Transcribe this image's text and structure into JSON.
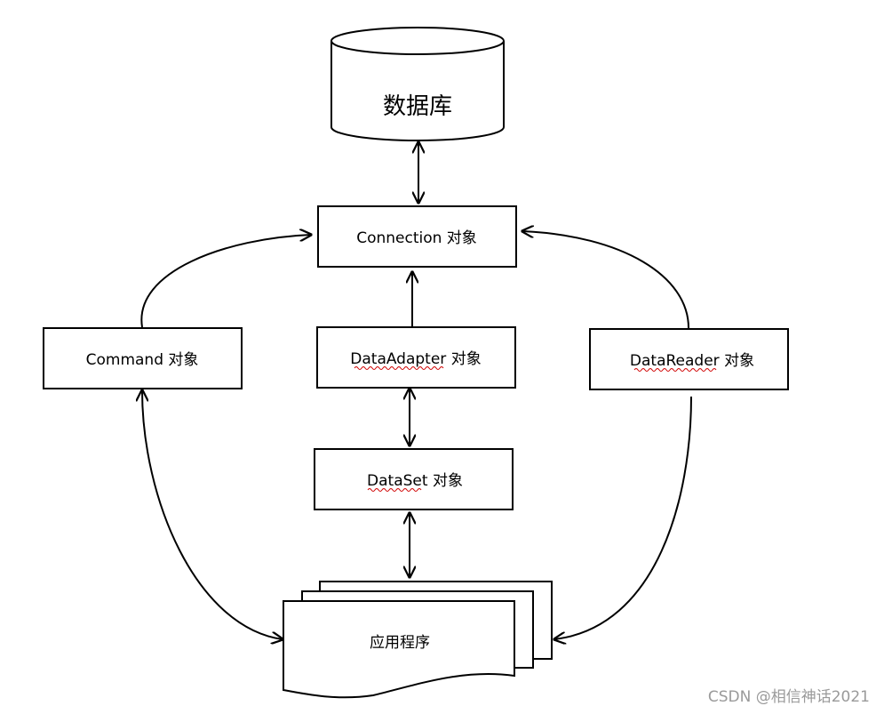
{
  "nodes": {
    "database": "数据库",
    "connection": "Connection 对象",
    "command": "Command 对象",
    "dataadapter": "DataAdapter 对象",
    "datareader": "DataReader 对象",
    "dataset": "DataSet 对象",
    "application": "应用程序"
  },
  "watermark": "CSDN @相信神话2021"
}
